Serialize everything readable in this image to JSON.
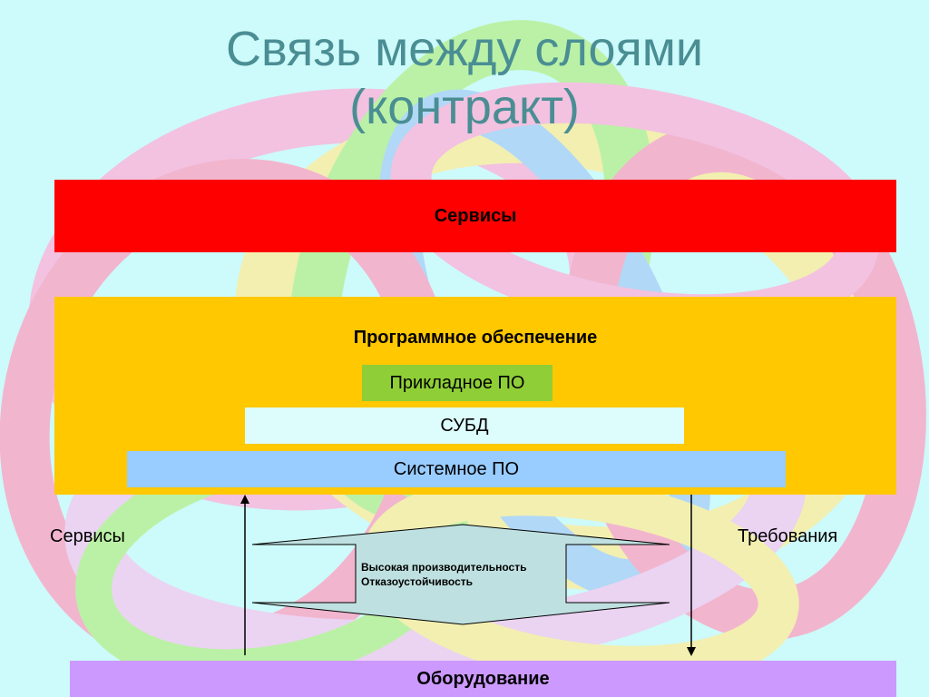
{
  "slide": {
    "title_line1": "Связь между слоями",
    "title_line2": "(контракт)"
  },
  "layers": {
    "services": "Сервисы",
    "software": "Программное обеспечение",
    "application_software": "Прикладное ПО",
    "dbms": "СУБД",
    "system_software": "Системное ПО",
    "hardware": "Оборудование"
  },
  "side_labels": {
    "left": "Сервисы",
    "right": "Требования"
  },
  "contract": {
    "line1": "Высокая производительность",
    "line2": "Отказоустойчивость"
  },
  "colors": {
    "background": "#cdfafa",
    "title": "#4a8e94",
    "services_bar": "#ff0000",
    "software_bar": "#ffc800",
    "application_box": "#8fce36",
    "dbms_box": "#ddfcfc",
    "system_box": "#99ccff",
    "hardware_bar": "#cc99ff",
    "contract_arrow": "#bfe0e0"
  }
}
